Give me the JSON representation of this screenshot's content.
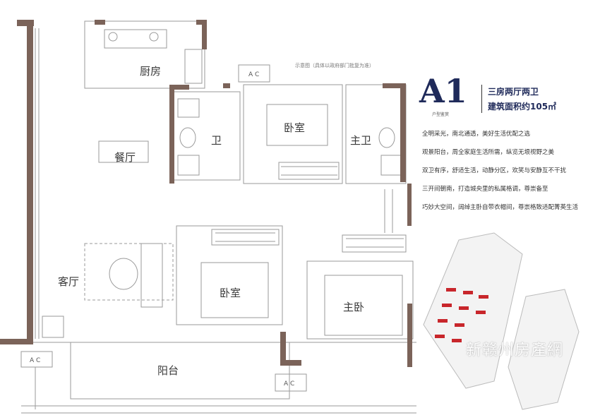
{
  "header": {
    "note": "示意图（具体以政府部门批复为准）",
    "unit": "A1",
    "unit_sub": "户型鉴赏",
    "rooms_desc": "三房两厅两卫",
    "area_desc": "建筑面积约105㎡"
  },
  "features": [
    "全明采光，南北通透，美好生活优配之选",
    "观景阳台，周全家庭生活所需，纵览无垠视野之美",
    "双卫有序，舒适生活，动静分区，欢笑与安静互不干扰",
    "三开间朝南，打造城央里的私属格调，尊崇备至",
    "巧妙大空间，阔绰主卧自带衣帽间，尊崇格致适配菁英生活"
  ],
  "rooms": {
    "kitchen": "厨房",
    "dining": "餐厅",
    "bath": "卫",
    "bedroom_north": "卧室",
    "master_bath": "主卫",
    "living": "客厅",
    "bedroom_south": "卧室",
    "master_bedroom": "主卧",
    "balcony": "阳台"
  },
  "ac_label": "A C",
  "watermark": "新赣州房產網",
  "colors": {
    "wall": "#7b6359",
    "line": "#8a8a8a",
    "brand": "#1f2a5a",
    "marker": "#c8262b"
  }
}
